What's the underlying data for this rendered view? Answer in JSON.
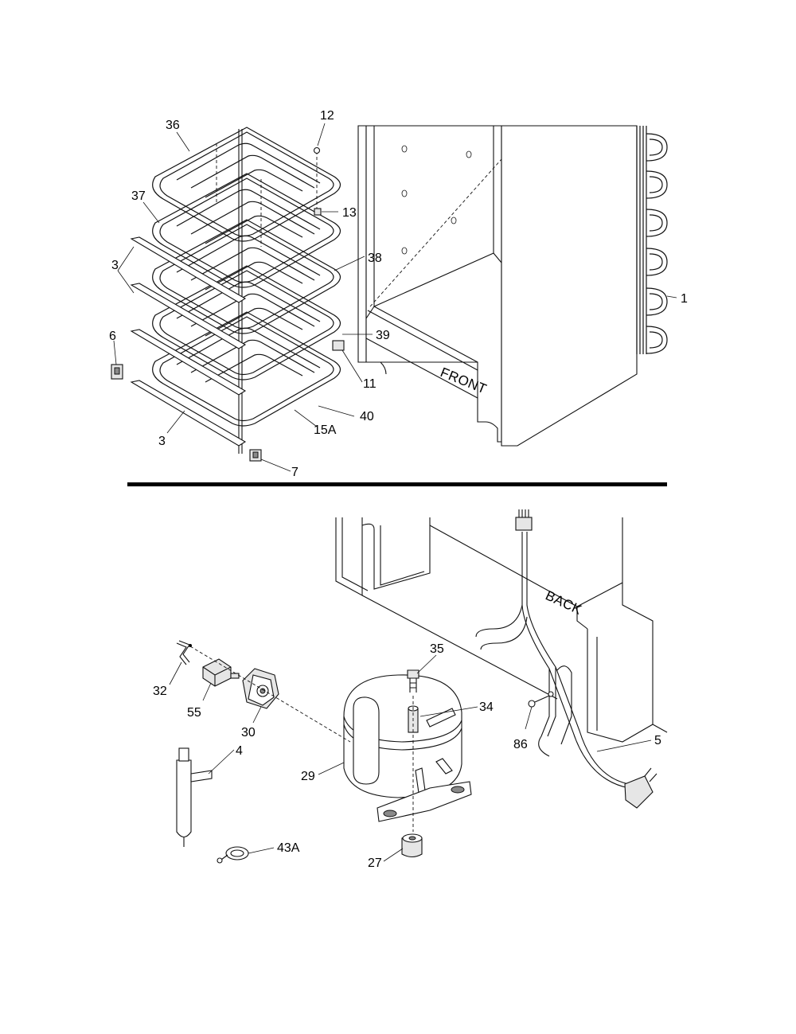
{
  "diagram": {
    "top_section": {
      "stamp_label": "FRONT",
      "callouts": [
        {
          "id": "c36",
          "text": "36"
        },
        {
          "id": "c12",
          "text": "12"
        },
        {
          "id": "c37",
          "text": "37"
        },
        {
          "id": "c13",
          "text": "13"
        },
        {
          "id": "c3a",
          "text": "3"
        },
        {
          "id": "c38",
          "text": "38"
        },
        {
          "id": "c1",
          "text": "1"
        },
        {
          "id": "c6",
          "text": "6"
        },
        {
          "id": "c39",
          "text": "39"
        },
        {
          "id": "c11",
          "text": "11"
        },
        {
          "id": "c40",
          "text": "40"
        },
        {
          "id": "c15A",
          "text": "15A"
        },
        {
          "id": "c3b",
          "text": "3"
        },
        {
          "id": "c7",
          "text": "7"
        }
      ]
    },
    "bottom_section": {
      "stamp_label": "BACK",
      "callouts": [
        {
          "id": "c35",
          "text": "35"
        },
        {
          "id": "c34",
          "text": "34"
        },
        {
          "id": "c32",
          "text": "32"
        },
        {
          "id": "c55",
          "text": "55"
        },
        {
          "id": "c30",
          "text": "30"
        },
        {
          "id": "c86",
          "text": "86"
        },
        {
          "id": "c5",
          "text": "5"
        },
        {
          "id": "c4",
          "text": "4"
        },
        {
          "id": "c29",
          "text": "29"
        },
        {
          "id": "c43A",
          "text": "43A"
        },
        {
          "id": "c27",
          "text": "27"
        }
      ]
    }
  }
}
